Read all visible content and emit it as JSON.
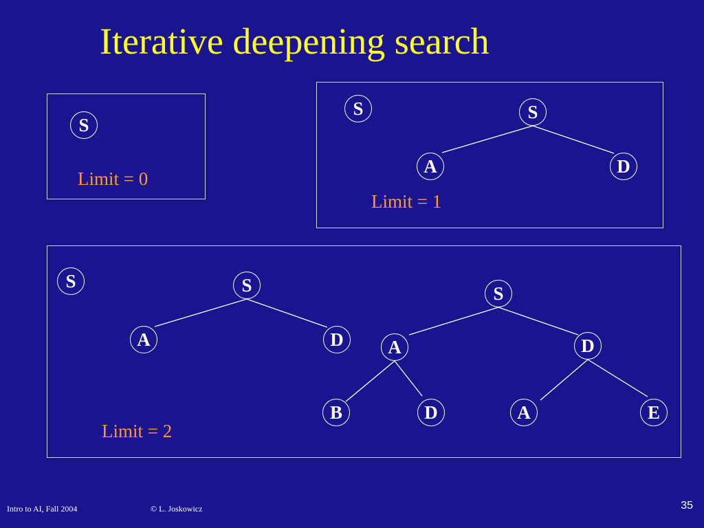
{
  "title": "Iterative deepening search",
  "panels": [
    {
      "limit_label": "Limit = 0",
      "nodes": [
        "S"
      ]
    },
    {
      "limit_label": "Limit = 1",
      "nodes": [
        "S",
        "S",
        "A",
        "D"
      ]
    },
    {
      "limit_label": "Limit = 2",
      "nodes": [
        "S",
        "S",
        "A",
        "D",
        "S",
        "A",
        "D",
        "B",
        "D",
        "A",
        "E"
      ]
    }
  ],
  "footer": {
    "course": "Intro to AI,  Fall 2004",
    "author": "© L. Joskowicz",
    "slide_number": "35"
  }
}
